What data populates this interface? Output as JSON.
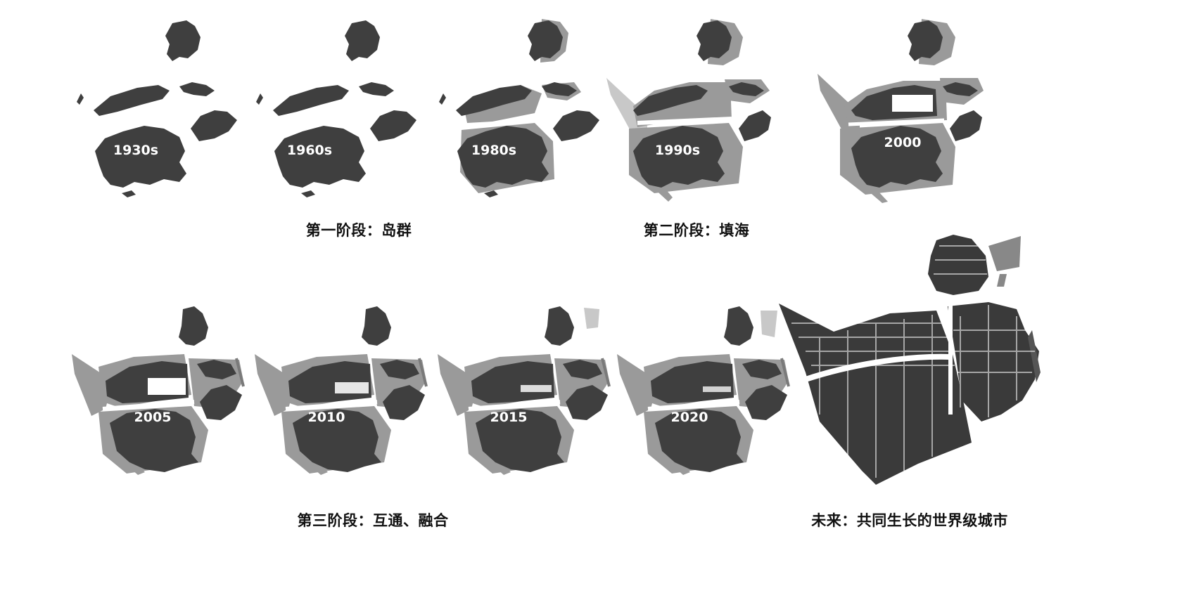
{
  "colors": {
    "land": "#3f3f3f",
    "reclaimed": "#9a9a9a",
    "shallow": "#c8c8c8",
    "background": "#ffffff",
    "text": "#111111"
  },
  "maps": [
    {
      "year": "1930s",
      "stage": 1
    },
    {
      "year": "1960s",
      "stage": 1
    },
    {
      "year": "1980s",
      "stage": 2
    },
    {
      "year": "1990s",
      "stage": 2
    },
    {
      "year": "2000",
      "stage": 2
    },
    {
      "year": "2005",
      "stage": 3
    },
    {
      "year": "2010",
      "stage": 3
    },
    {
      "year": "2015",
      "stage": 3
    },
    {
      "year": "2020",
      "stage": 3
    },
    {
      "year": "",
      "stage": 4
    }
  ],
  "captions": {
    "stage1": "第一阶段：岛群",
    "stage2": "第二阶段：填海",
    "stage3": "第三阶段：互通、融合",
    "future": "未来：共同生长的世界级城市"
  }
}
